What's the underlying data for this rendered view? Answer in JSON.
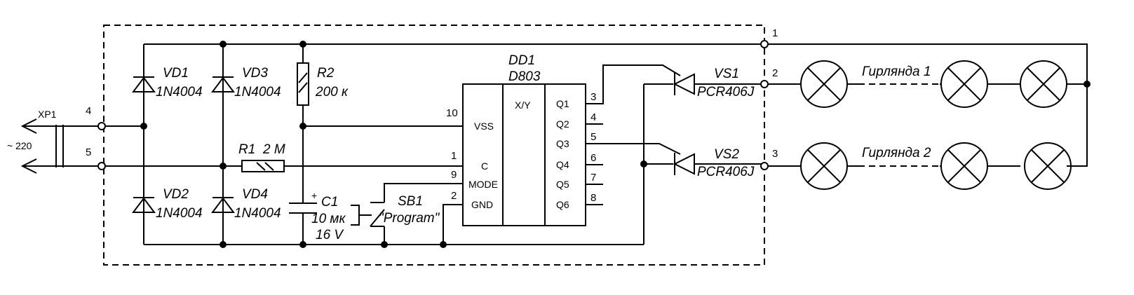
{
  "connector": {
    "ref": "XP1",
    "voltage": "~ 220",
    "pin_a": "4",
    "pin_b": "5"
  },
  "diodes": [
    {
      "ref": "VD1",
      "part": "1N4004"
    },
    {
      "ref": "VD3",
      "part": "1N4004"
    },
    {
      "ref": "VD2",
      "part": "1N4004"
    },
    {
      "ref": "VD4",
      "part": "1N4004"
    }
  ],
  "r2": {
    "ref": "R2",
    "value": "200 к"
  },
  "r1": {
    "ref": "R1",
    "value": "2 М"
  },
  "c1": {
    "plus": "+",
    "ref": "C1",
    "value": "10 мк",
    "voltage": "16 V"
  },
  "switch": {
    "ref": "SB1",
    "label": "\"Program\""
  },
  "chip": {
    "ref": "DD1",
    "part": "D803",
    "center": "X/Y",
    "left_pins": [
      {
        "num": "10",
        "name": "VSS"
      },
      {
        "num": "1",
        "name": "C"
      },
      {
        "num": "9",
        "name": "MODE"
      },
      {
        "num": "2",
        "name": "GND"
      }
    ],
    "right_pins": [
      {
        "num": "3",
        "name": "Q1"
      },
      {
        "num": "4",
        "name": "Q2"
      },
      {
        "num": "5",
        "name": "Q3"
      },
      {
        "num": "6",
        "name": "Q4"
      },
      {
        "num": "7",
        "name": "Q5"
      },
      {
        "num": "8",
        "name": "Q6"
      }
    ]
  },
  "thyristors": [
    {
      "ref": "VS1",
      "part": "PCR406J"
    },
    {
      "ref": "VS2",
      "part": "PCR406J"
    }
  ],
  "outputs": [
    "1",
    "2",
    "3"
  ],
  "garlands": [
    "Гирлянда 1",
    "Гирлянда 2"
  ]
}
